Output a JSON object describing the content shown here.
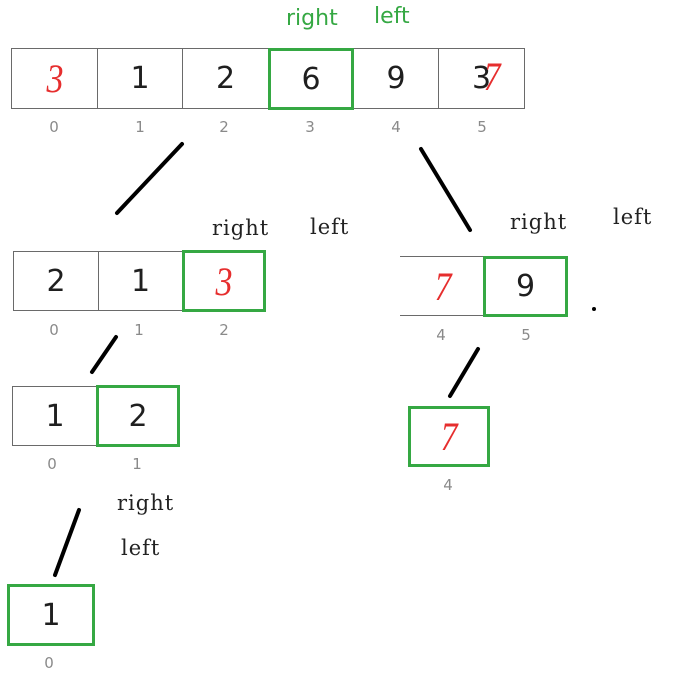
{
  "labels": {
    "right": "right",
    "left": "left"
  },
  "arrays": {
    "top": {
      "cells": [
        "3",
        "1",
        "2",
        "6",
        "9",
        "3"
      ],
      "overlay": "7",
      "indices": [
        "0",
        "1",
        "2",
        "3",
        "4",
        "5"
      ]
    },
    "left1": {
      "cells": [
        "2",
        "1",
        "3"
      ],
      "indices": [
        "0",
        "1",
        "2"
      ]
    },
    "right1": {
      "cells": [
        "7",
        "9"
      ],
      "indices": [
        "4",
        "5"
      ]
    },
    "left2": {
      "cells": [
        "1",
        "2"
      ],
      "indices": [
        "0",
        "1"
      ]
    },
    "right2": {
      "cells": [
        "7"
      ],
      "indices": [
        "4"
      ]
    },
    "left3": {
      "cells": [
        "1"
      ],
      "indices": [
        "0"
      ]
    }
  },
  "colors": {
    "pivot_highlight": "#35a843",
    "handwritten": "#e62e2e",
    "edge": "#000000"
  }
}
